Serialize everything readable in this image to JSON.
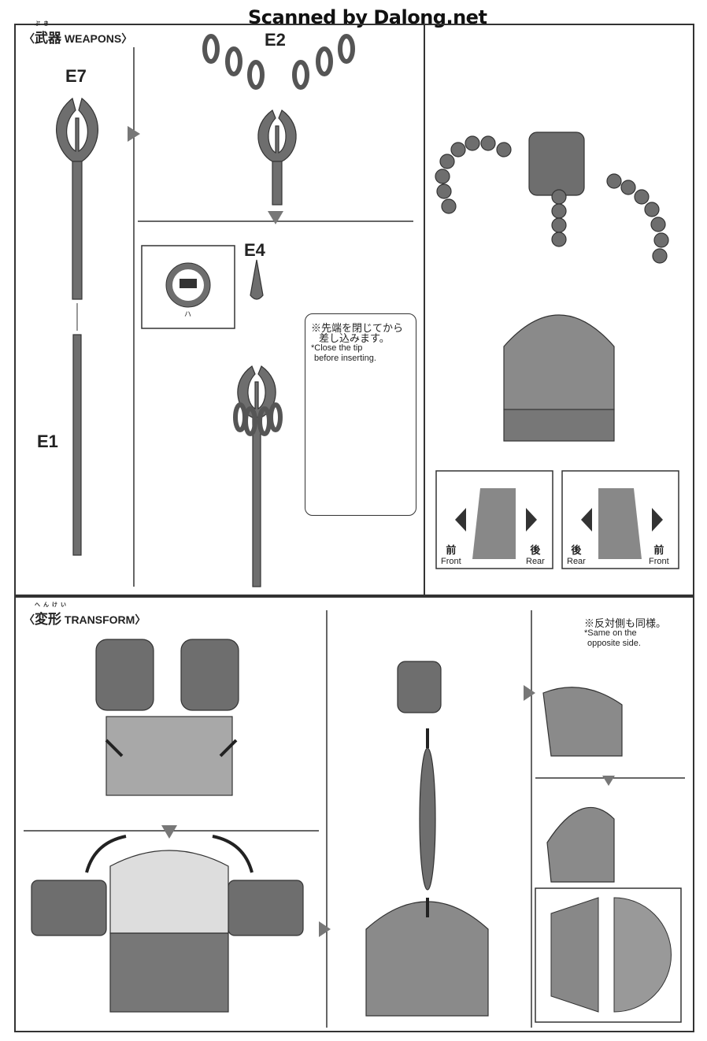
{
  "watermark": "Scanned by Dalong.net",
  "weapons": {
    "title_jp": "武器",
    "ruby": "ぶき",
    "title_en": "WEAPONS",
    "parts": {
      "e7": "E7",
      "e1": "E1",
      "e2": "E2",
      "e4": "E4"
    },
    "detail_mark": "ハ",
    "tip_note": {
      "jp_line1": "※先端を閉じてから",
      "jp_line2": "差し込みます。",
      "en_line1": "*Close the tip",
      "en_line2": "before inserting."
    }
  },
  "direction_views": [
    {
      "left_jp": "前",
      "left_en": "Front",
      "right_jp": "後",
      "right_en": "Rear"
    },
    {
      "left_jp": "後",
      "left_en": "Rear",
      "right_jp": "前",
      "right_en": "Front"
    }
  ],
  "transform": {
    "title_jp": "変形",
    "ruby": "へんけい",
    "title_en": "TRANSFORM",
    "note": {
      "jp": "※反対側も同様。",
      "en_line1": "*Same on the",
      "en_line2": "opposite side."
    }
  },
  "colors": {
    "part": "#6e6e6e",
    "part_light": "#a8a8a8",
    "line": "#333333"
  }
}
